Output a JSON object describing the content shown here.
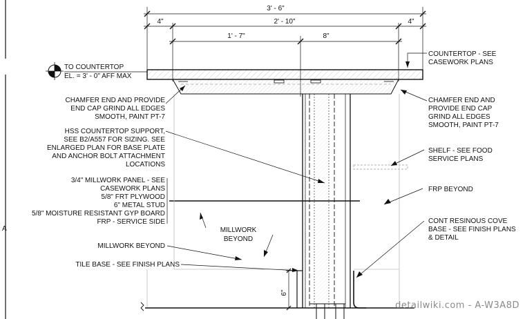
{
  "dimensions": {
    "overall": "3' - 6\"",
    "left_overhang": "4\"",
    "right_overhang": "4\"",
    "inner_span": "2' - 10\"",
    "left_part": "1' - 7\"",
    "right_part": "8\"",
    "base_height": "6\""
  },
  "elevation_marker": {
    "line1": "TO COUNTERTOP",
    "line2": "EL. = 3' - 0\" AFF MAX"
  },
  "grid_mark": "A",
  "notes_left": {
    "chamfer": [
      "CHAMFER END AND PROVIDE",
      "END CAP GRIND ALL EDGES",
      "SMOOTH, PAINT PT-7"
    ],
    "hss": [
      "HSS COUNTERTOP SUPPORT,",
      "SEE B2/A557   FOR SIZING. SEE",
      "ENLARGED PLAN FOR BASE PLATE",
      "AND ANCHOR BOLT ATTACHMENT",
      "LOCATIONS"
    ],
    "wall": [
      "3/4\" MILLWORK PANEL - SEE",
      "CASEWORK PLANS",
      "5/8\" FRT PLYWOOD",
      "6\" METAL STUD",
      "5/8\" MOISTURE RESISTANT GYP BOARD",
      "FRP - SERVICE SIDE"
    ],
    "millwork_beyond": "MILLWORK BEYOND",
    "tile_base": "TILE BASE - SEE FINISH PLANS"
  },
  "notes_center": {
    "millwork_beyond": [
      "MILLWORK",
      "BEYOND"
    ]
  },
  "notes_right": {
    "countertop": [
      "COUNTERTOP - SEE",
      "CASEWORK PLANS"
    ],
    "chamfer": [
      "CHAMFER END AND",
      "PROVIDE END CAP",
      "GRIND ALL EDGES",
      "SMOOTH, PAINT PT-7"
    ],
    "shelf": [
      "SHELF - SEE  FOOD",
      "SERVICE PLANS"
    ],
    "frp": "FRP BEYOND",
    "cove": [
      "CONT RESINOUS COVE",
      "BASE - SEE FINISH PLANS",
      "& DETAIL"
    ]
  },
  "watermark": "detailwiki.com - A-W3A8D"
}
